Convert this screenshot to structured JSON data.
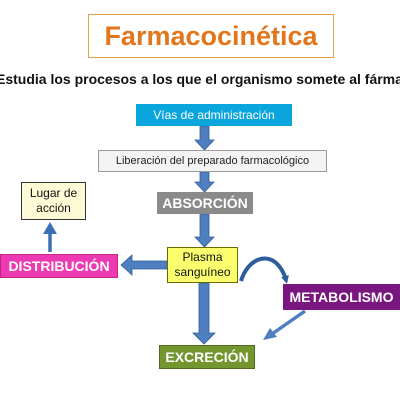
{
  "title": "Farmacocinética",
  "subtitle": "Estudia los procesos a los que el organismo somete al fármaco",
  "nodes": {
    "vias": "Vías de administración",
    "liberacion": "Liberación del preparado farmacológico",
    "absorcion": "ABSORCIÓN",
    "lugar": "Lugar de acción",
    "plasma": "Plasma sanguíneo",
    "distribucion": "DISTRIBUCIÓN",
    "metabolismo": "METABOLISMO",
    "excrecion": "EXCRECIÓN"
  },
  "colors": {
    "arrow_main": "#4f7fbf",
    "title_text": "#e1761b",
    "vias_bg": "#0aa5dd",
    "absorcion_bg": "#8a8a8a",
    "distribucion_bg": "#ee3ab2",
    "metabolismo_bg": "#7a1680",
    "excrecion_bg": "#73962f",
    "plasma_bg": "#fbff6e",
    "lugar_bg": "#fdfad6"
  },
  "edges": [
    {
      "from": "vias",
      "to": "liberacion"
    },
    {
      "from": "liberacion",
      "to": "absorcion"
    },
    {
      "from": "absorcion",
      "to": "plasma"
    },
    {
      "from": "plasma",
      "to": "distribucion"
    },
    {
      "from": "distribucion",
      "to": "lugar"
    },
    {
      "from": "plasma",
      "to": "metabolismo"
    },
    {
      "from": "metabolismo",
      "to": "excrecion"
    },
    {
      "from": "plasma",
      "to": "excrecion"
    }
  ]
}
